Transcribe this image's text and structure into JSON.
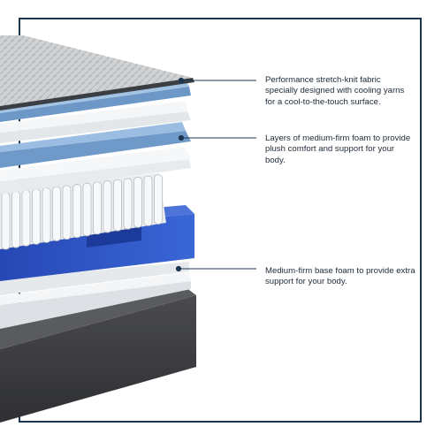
{
  "callouts": [
    {
      "text": "Performance stretch-knit fabric specially designed with cooling yarns for a cool-to-the-touch surface."
    },
    {
      "text": "Layers of medium-firm foam to provide plush comfort and support for your body."
    },
    {
      "text": "Medium-firm base foam to provide extra support for your body."
    }
  ],
  "colors": {
    "frame": "#1c3550",
    "leader": "#1c3550",
    "blue_foam": "#7ba3d0",
    "white_foam": "#eef1f4",
    "base_blue": "#2f5ac4",
    "base_gray": "#3c3d40",
    "top_fabric": "#cfd1d3"
  },
  "icons": [
    "callout-dot-icon"
  ]
}
